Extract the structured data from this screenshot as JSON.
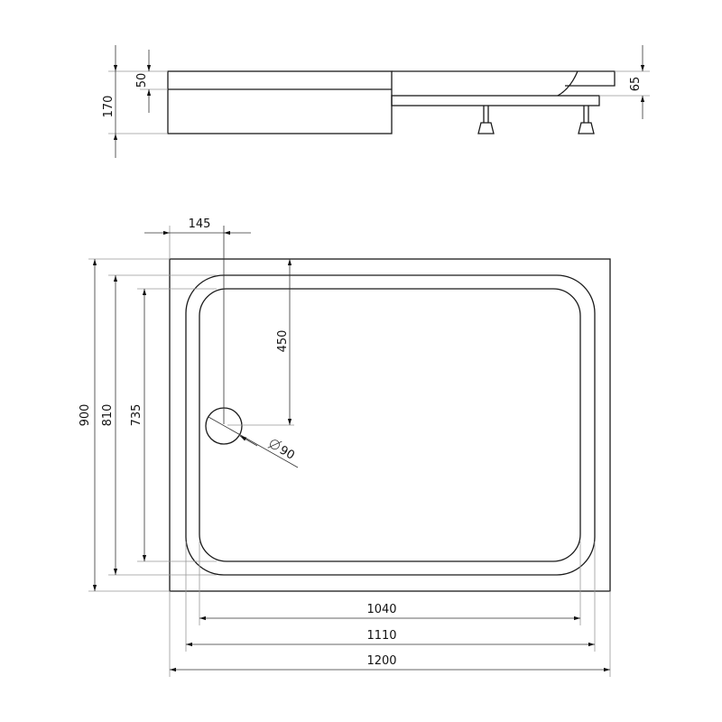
{
  "side_view": {
    "dims": {
      "total_height": "170",
      "tray_height": "50",
      "frame_height": "65"
    }
  },
  "top_view": {
    "dims": {
      "drain_offset_x": "145",
      "drain_offset_y": "450",
      "drain_diameter": "90",
      "width_outer": "900",
      "width_middle": "810",
      "width_inner": "735",
      "length_inner": "1040",
      "length_middle": "1110",
      "length_outer": "1200"
    }
  }
}
